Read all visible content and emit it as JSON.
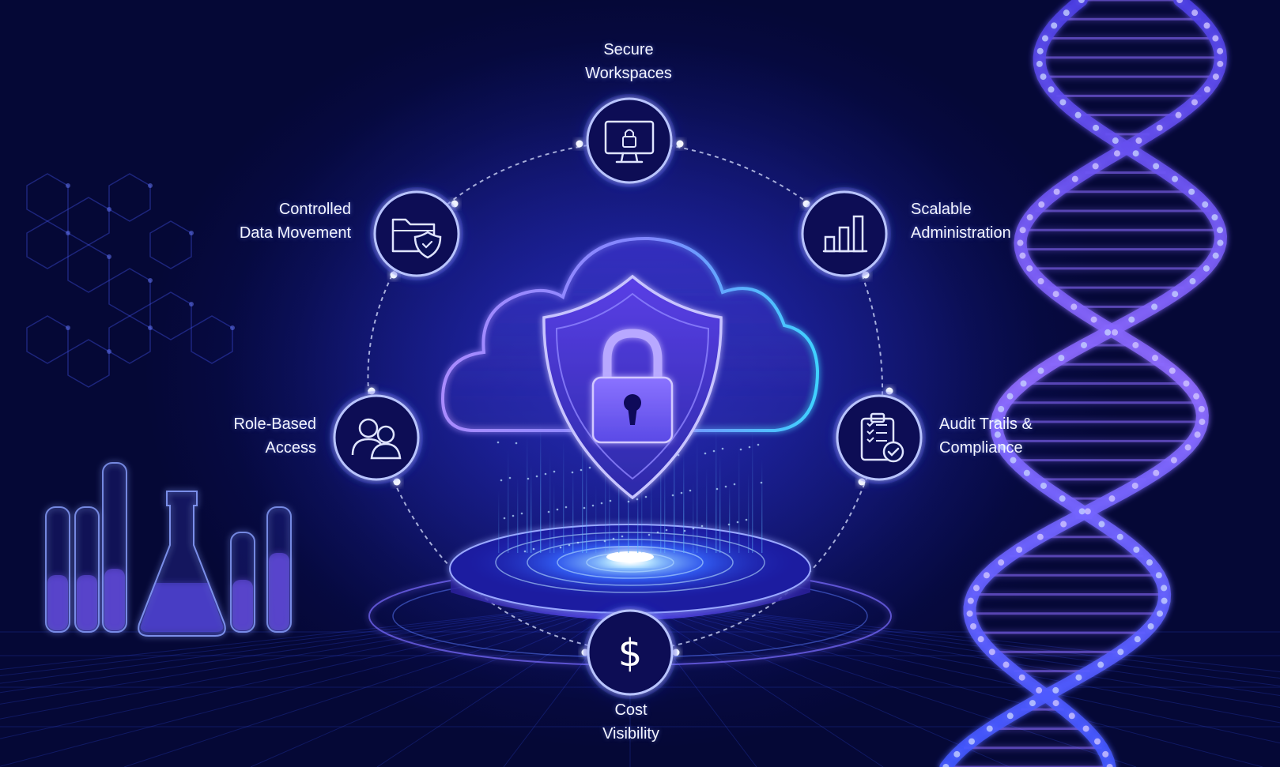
{
  "nodes": [
    {
      "id": "secure-workspaces",
      "lines": [
        "Secure",
        "Workspaces"
      ],
      "icon": "monitor-lock-icon"
    },
    {
      "id": "scalable-administration",
      "lines": [
        "Scalable",
        "Administration"
      ],
      "icon": "bar-chart-icon"
    },
    {
      "id": "audit-trails-compliance",
      "lines": [
        "Audit Trails &",
        "Compliance"
      ],
      "icon": "clipboard-check-icon"
    },
    {
      "id": "cost-visibility",
      "lines": [
        "Cost",
        "Visibility"
      ],
      "icon": "dollar-icon"
    },
    {
      "id": "role-based-access",
      "lines": [
        "Role-Based",
        "Access"
      ],
      "icon": "users-icon"
    },
    {
      "id": "controlled-data-movement",
      "lines": [
        "Controlled",
        "Data Movement"
      ],
      "icon": "folder-shield-icon"
    }
  ],
  "center": {
    "icon": "cloud-shield-lock-icon"
  },
  "decorations": [
    "lab-glassware-icon",
    "dna-helix-icon",
    "molecule-network-icon",
    "hologram-platform-icon"
  ],
  "colors": {
    "background": "#070b4a",
    "node_fill": "#0a0f55",
    "node_stroke": "#b9c4ff",
    "glow_blue": "#3d7bff",
    "glow_violet": "#9a6bff",
    "cyan": "#35d0ff",
    "text": "#f3f5ff"
  }
}
